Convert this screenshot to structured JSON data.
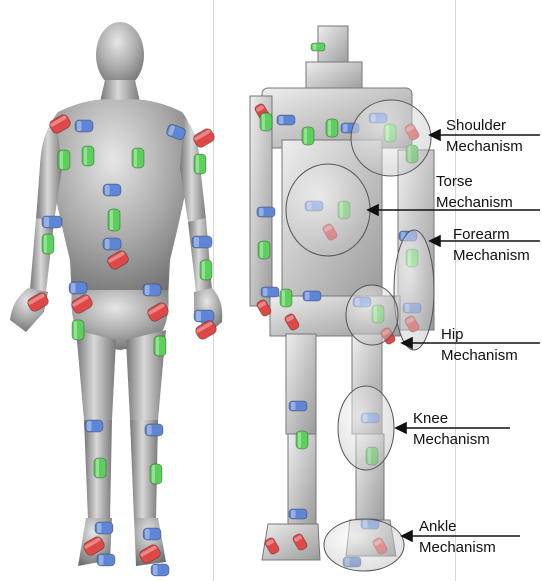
{
  "figure": {
    "panels": [
      {
        "name": "human-body-model",
        "actuator_colors": [
          "blue",
          "green",
          "red"
        ]
      },
      {
        "name": "robot-cad-model",
        "actuator_colors": [
          "blue",
          "green",
          "red"
        ]
      }
    ],
    "colors": {
      "blue_actuator": "#5f86d6",
      "green_actuator": "#5ccf5c",
      "red_actuator": "#e04848",
      "body_gray": "#a8a8a8",
      "robot_gray": "#c4c4c4",
      "arrow": "#111111"
    },
    "labels": {
      "shoulder": {
        "line1": "Shoulder",
        "line2": "Mechanism"
      },
      "torse": {
        "line1": "Torse",
        "line2": "Mechanism"
      },
      "forearm": {
        "line1": "Forearm",
        "line2": "Mechanism"
      },
      "hip": {
        "line1": "Hip",
        "line2": "Mechanism"
      },
      "knee": {
        "line1": "Knee",
        "line2": "Mechanism"
      },
      "ankle": {
        "line1": "Ankle",
        "line2": "Mechanism"
      }
    }
  }
}
